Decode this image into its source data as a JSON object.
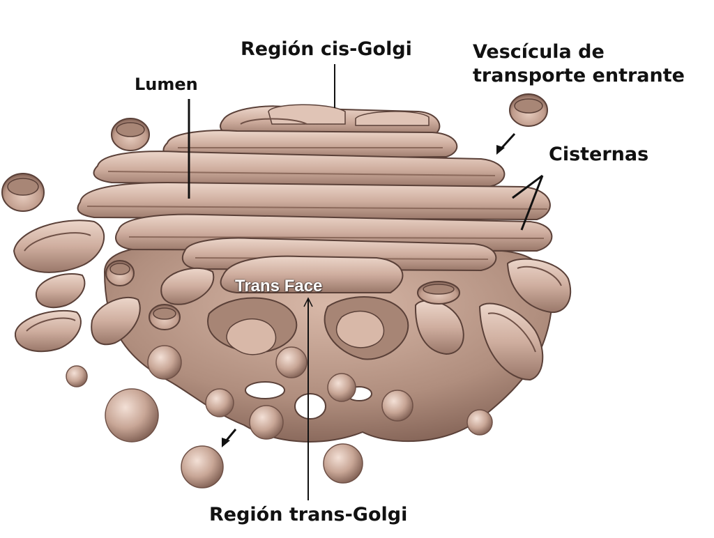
{
  "labels": {
    "cis_golgi": "Región cis-Golgi",
    "lumen": "Lumen",
    "vesicula_line1": "Vescícula de",
    "vesicula_line2": "transporte entrante",
    "cisternas": "Cisternas",
    "trans_face": "Trans Face",
    "trans_golgi": "Región trans-Golgi"
  },
  "colors": {
    "membrane": "#c8a696",
    "membrane_light": "#e8cfc2",
    "membrane_dark": "#8c6a5c",
    "outline": "#5a4038",
    "text": "#111111",
    "background": "#ffffff"
  }
}
